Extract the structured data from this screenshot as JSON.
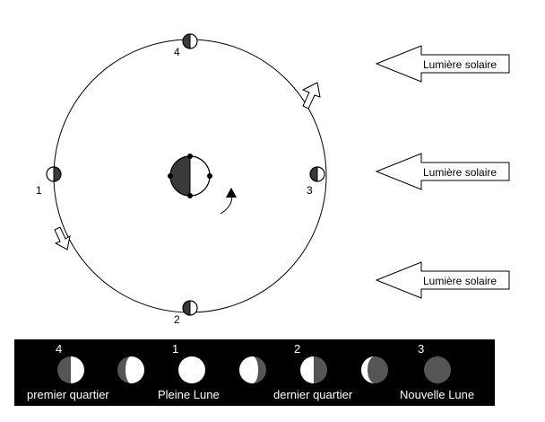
{
  "orbit": {
    "positions": [
      {
        "number": "1",
        "dark_side": "right"
      },
      {
        "number": "2",
        "dark_side": "left"
      },
      {
        "number": "3",
        "dark_side": "left"
      },
      {
        "number": "4",
        "dark_side": "left"
      }
    ]
  },
  "sunlight_arrows": [
    {
      "label": "Lumière solaire"
    },
    {
      "label": "Lumière solaire"
    },
    {
      "label": "Lumière solaire"
    }
  ],
  "phases_panel": {
    "numbers": [
      "4",
      "1",
      "2",
      "3"
    ],
    "labels": [
      "premier quartier",
      "Pleine Lune",
      "dernier quartier",
      "Nouvelle Lune"
    ]
  },
  "colors": {
    "dark_face": "#3a3a3a",
    "panel_bg": "#000000",
    "lit_face": "#ffffff",
    "new_moon": "#555555"
  }
}
